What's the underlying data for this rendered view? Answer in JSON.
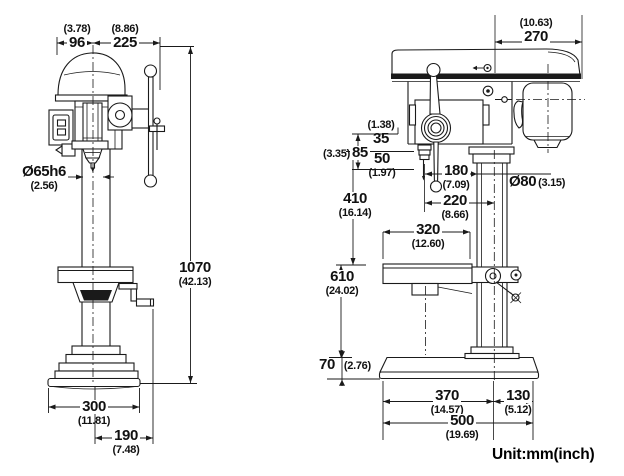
{
  "unit_label": "Unit:mm(inch)",
  "colors": {
    "line": "#1a1a1a",
    "background": "#ffffff"
  },
  "dims": {
    "d96": {
      "mm": "96",
      "inch": "(3.78)"
    },
    "d225": {
      "mm": "225",
      "inch": "(8.86)"
    },
    "d65": {
      "mm": "Ø65h6",
      "inch": "(2.56)"
    },
    "d1070": {
      "mm": "1070",
      "inch": "(42.13)"
    },
    "d300": {
      "mm": "300",
      "inch": "(11.81)"
    },
    "d190": {
      "mm": "190",
      "inch": "(7.48)"
    },
    "d270": {
      "mm": "270",
      "inch": "(10.63)"
    },
    "d35": {
      "mm": "35",
      "inch": "(1.38)"
    },
    "d85": {
      "mm": "85",
      "inch": "(3.35)"
    },
    "d50": {
      "mm": "50",
      "inch": "(1.97)"
    },
    "d180": {
      "mm": "180",
      "inch": "(7.09)"
    },
    "d80": {
      "mm": "Ø80",
      "inch": "(3.15)"
    },
    "d410": {
      "mm": "410",
      "inch": "(16.14)"
    },
    "d220": {
      "mm": "220",
      "inch": "(8.66)"
    },
    "d320": {
      "mm": "320",
      "inch": "(12.60)"
    },
    "d610": {
      "mm": "610",
      "inch": "(24.02)"
    },
    "d70": {
      "mm": "70",
      "inch": "(2.76)"
    },
    "d370": {
      "mm": "370",
      "inch": "(14.57)"
    },
    "d130": {
      "mm": "130",
      "inch": "(5.12)"
    },
    "d500": {
      "mm": "500",
      "inch": "(19.69)"
    }
  }
}
